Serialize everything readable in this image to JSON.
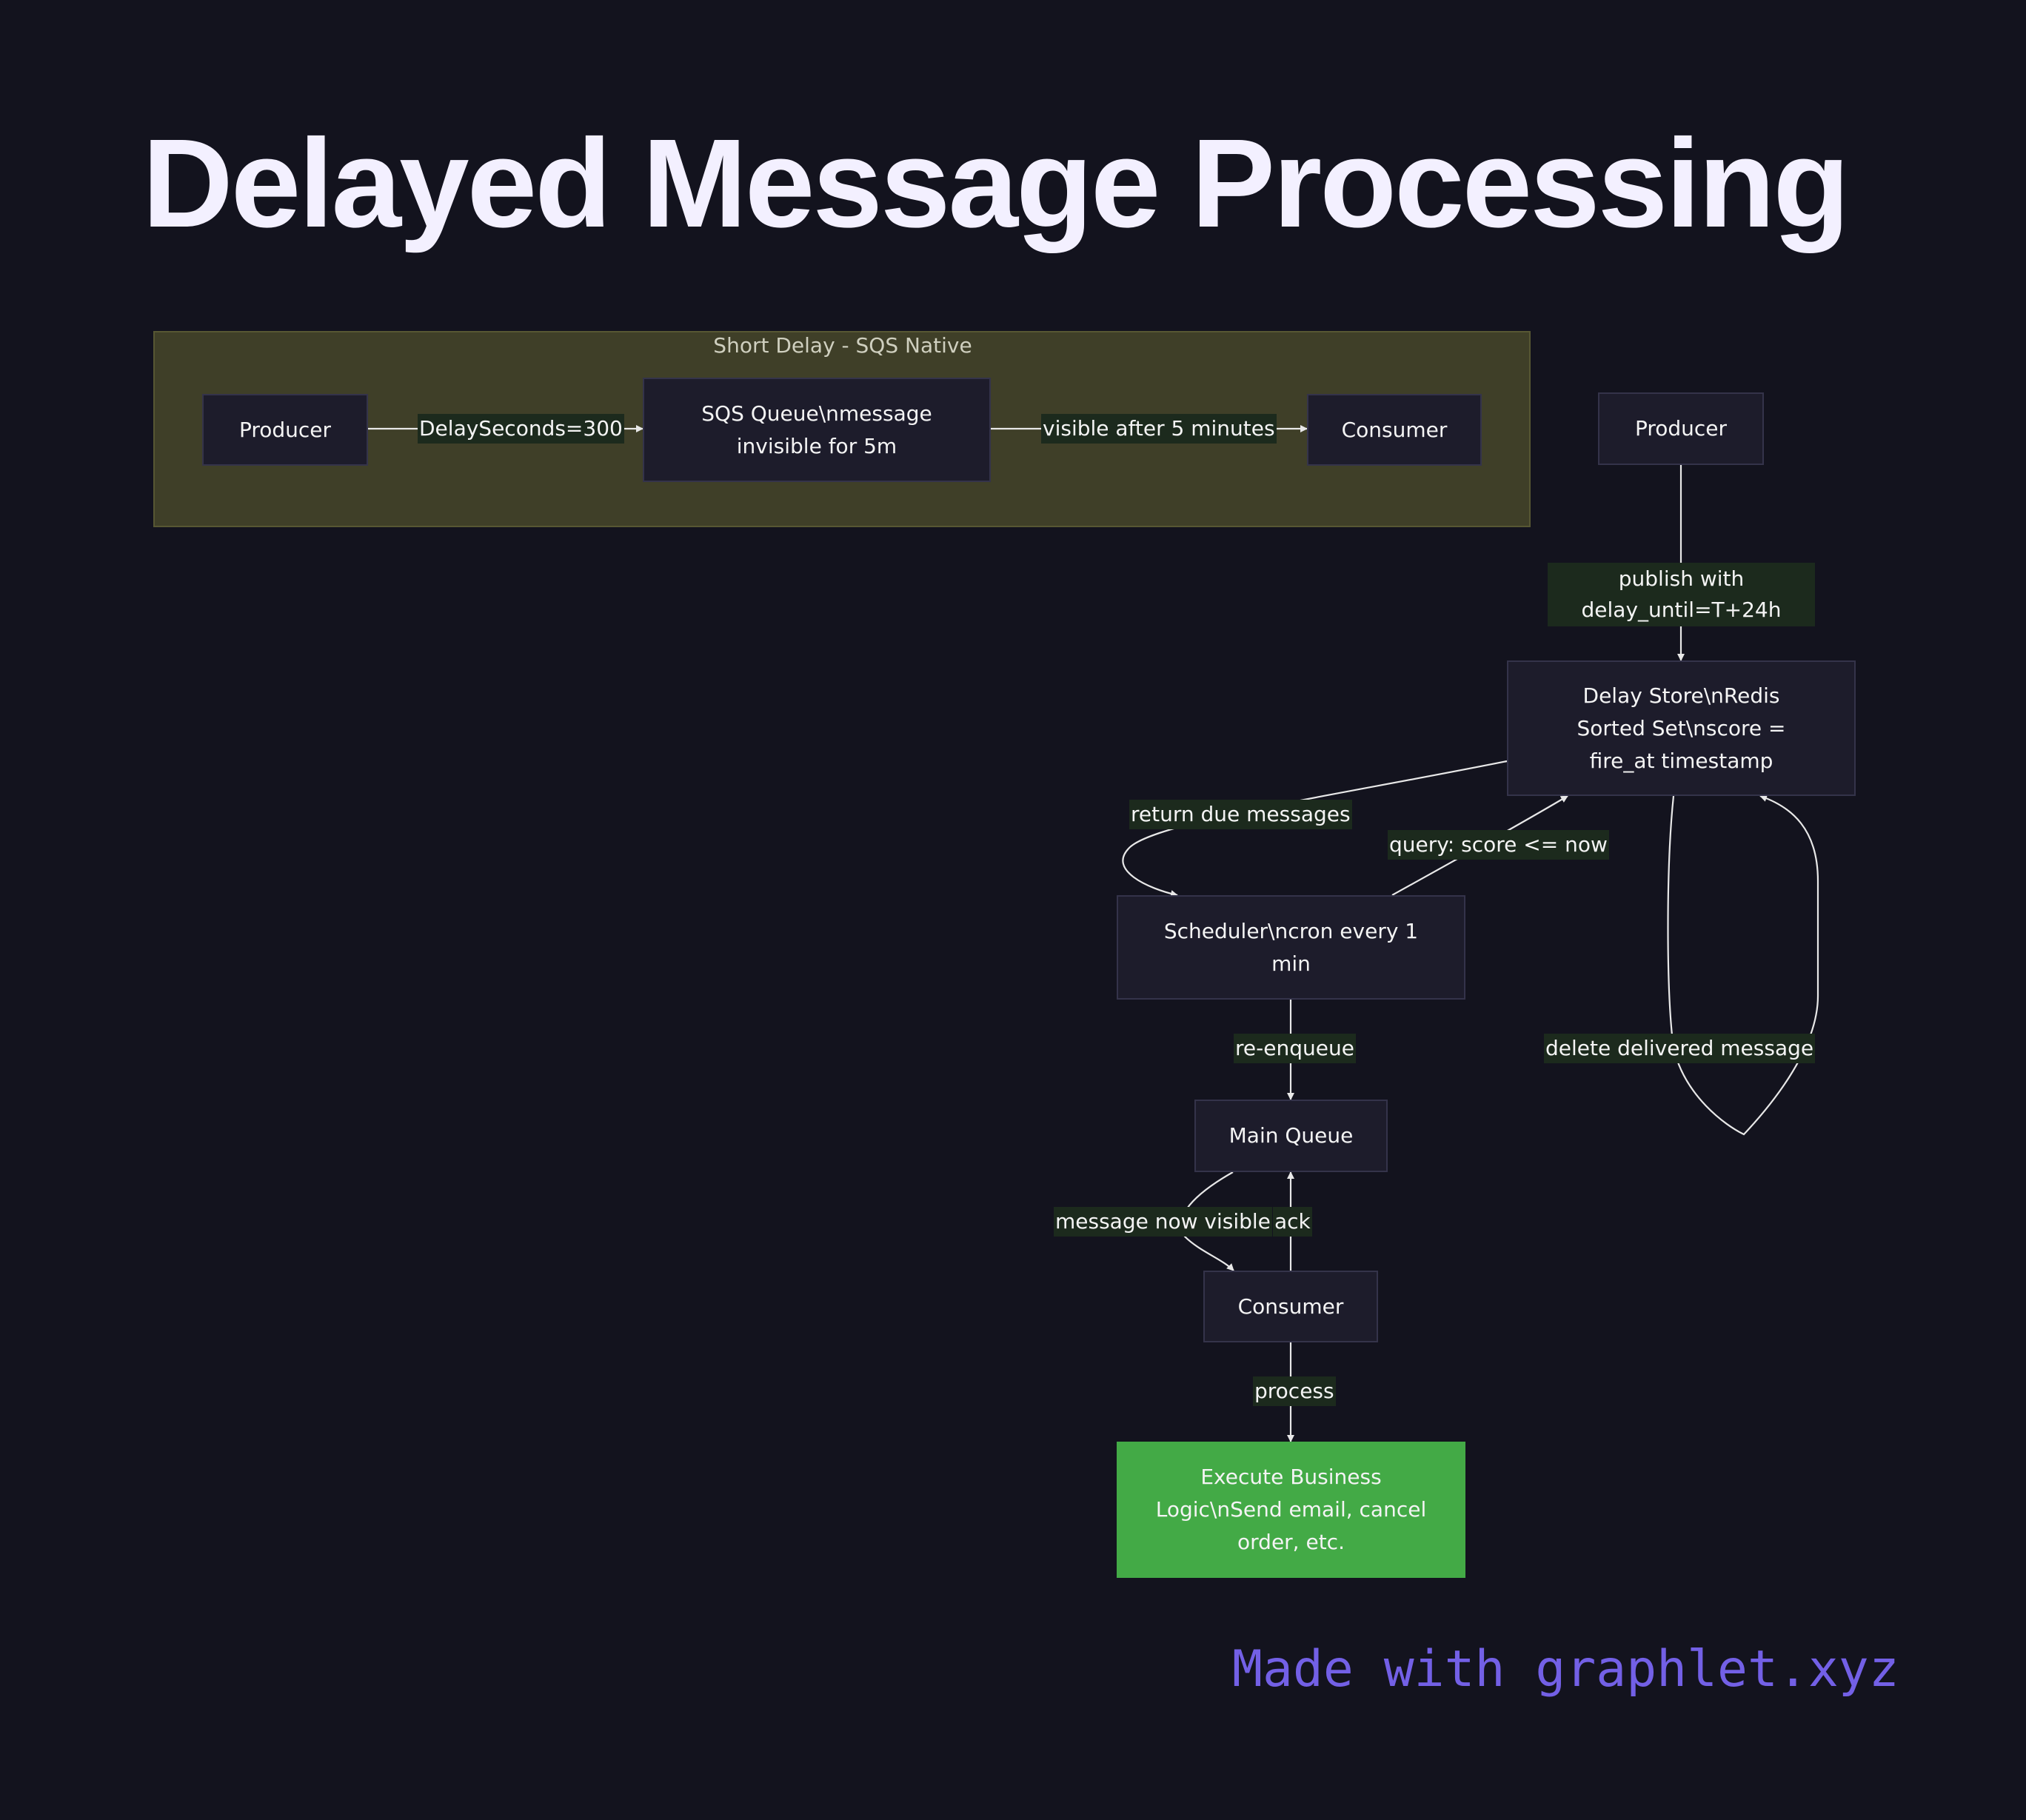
{
  "title": "Delayed Message Processing",
  "cluster": {
    "title": "Short Delay - SQS Native"
  },
  "nodes": {
    "producer_short": "Producer",
    "sqs_queue": "SQS Queue\\nmessage invisible for 5m",
    "consumer_short": "Consumer",
    "producer_long": "Producer",
    "delay_store": "Delay Store\\nRedis Sorted Set\\nscore = fire_at timestamp",
    "scheduler": "Scheduler\\ncron every 1 min",
    "main_queue": "Main Queue",
    "consumer_long": "Consumer",
    "execute": "Execute Business Logic\\nSend email, cancel order, etc."
  },
  "edges": {
    "delay_seconds": "DelaySeconds=300",
    "visible_after": "visible after 5 minutes",
    "publish_with": "publish with delay_until=T+24h",
    "return_due": "return due messages",
    "query_score": "query: score <= now",
    "delete_delivered": "delete delivered message",
    "re_enqueue": "re-enqueue",
    "message_visible": "message now visible",
    "ack": "ack",
    "process": "process"
  },
  "watermark": "Made with graphlet.xyz",
  "colors": {
    "background": "#13131e",
    "node_fill": "#1d1c2b",
    "cluster_fill": "#3f3f28",
    "edge_label_bg": "#1c2a1d",
    "highlight_node": "#43aa46",
    "watermark": "#7360e6"
  }
}
